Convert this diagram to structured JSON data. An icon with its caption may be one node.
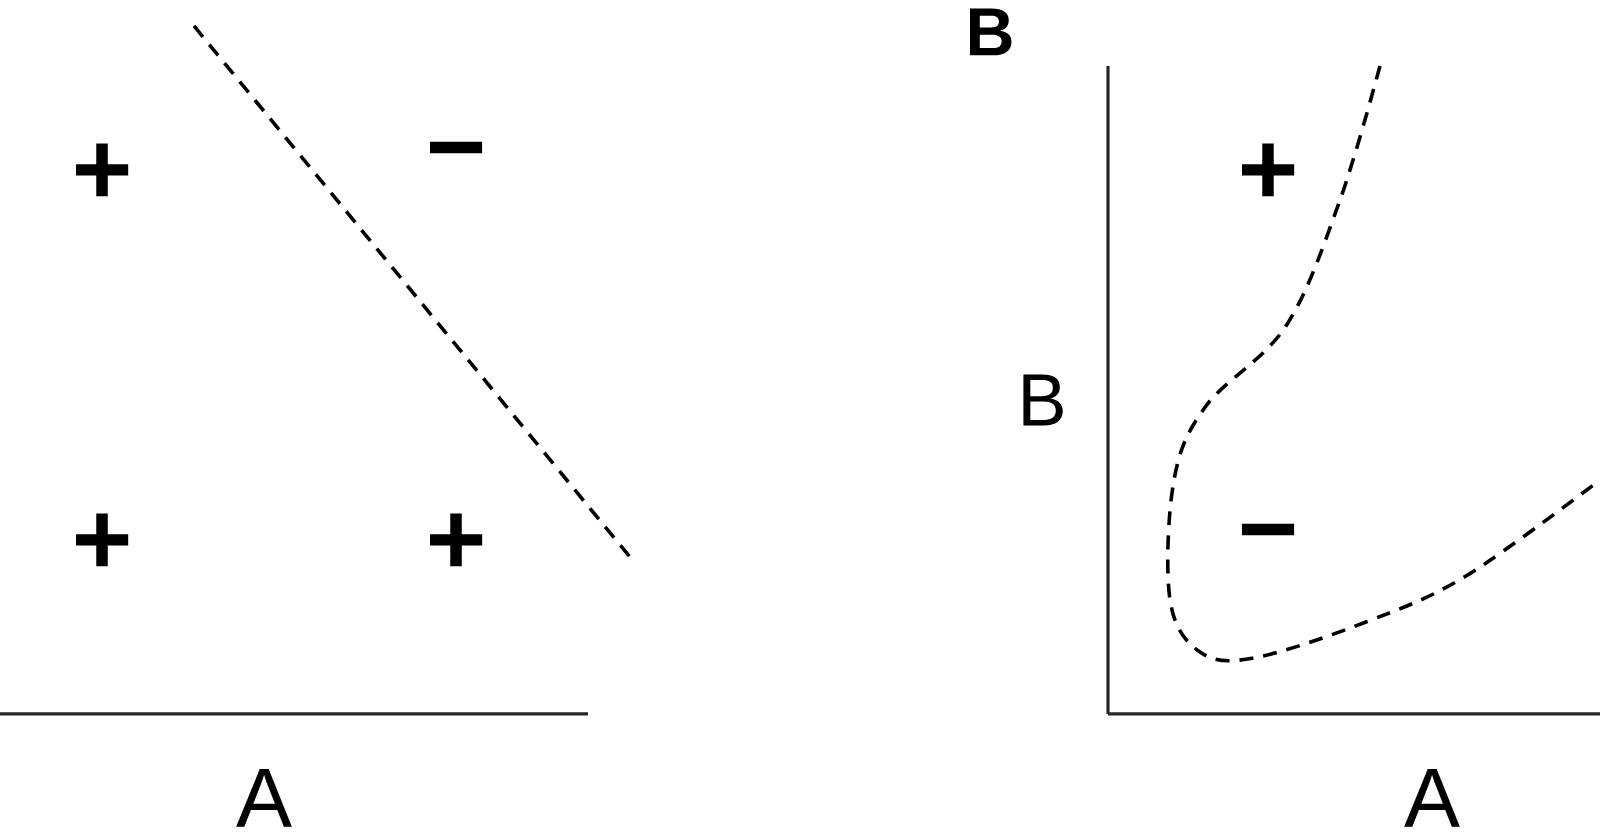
{
  "diagram": {
    "labels": [
      "+",
      "−",
      "+",
      "+",
      "A",
      "B",
      "B",
      "+",
      "−",
      "A"
    ]
  }
}
